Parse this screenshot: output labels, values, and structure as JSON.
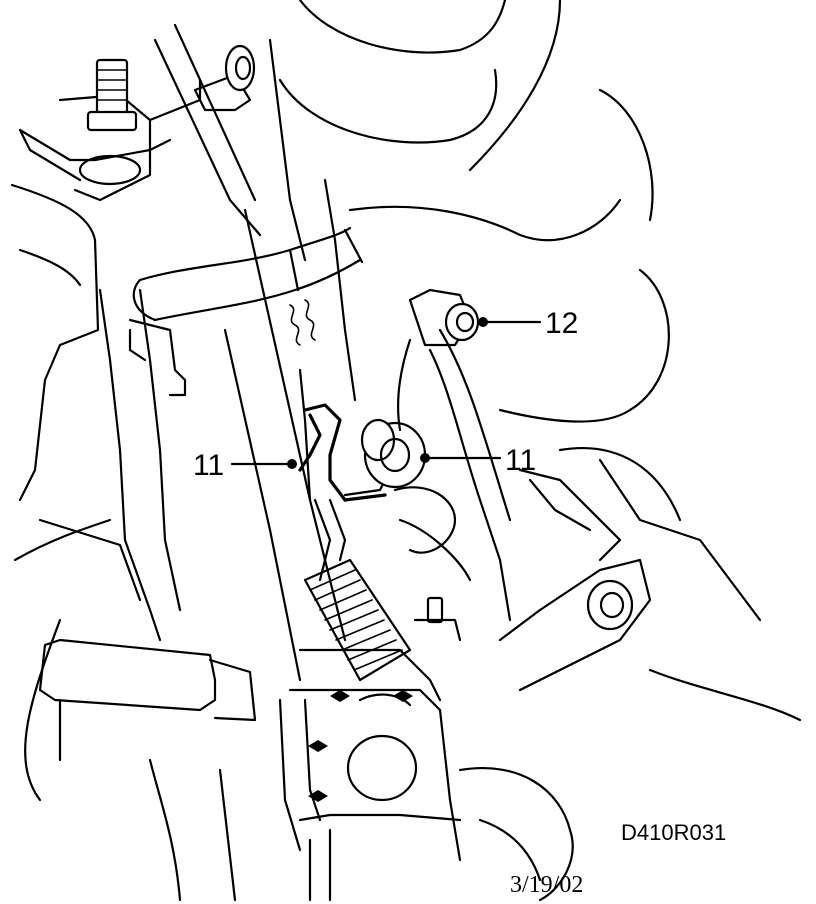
{
  "callouts": [
    {
      "id": "12",
      "label": "12"
    },
    {
      "id": "11-left",
      "label": "11"
    },
    {
      "id": "11-right",
      "label": "11"
    }
  ],
  "figure_code": "D410R031",
  "date": "3/19/02"
}
